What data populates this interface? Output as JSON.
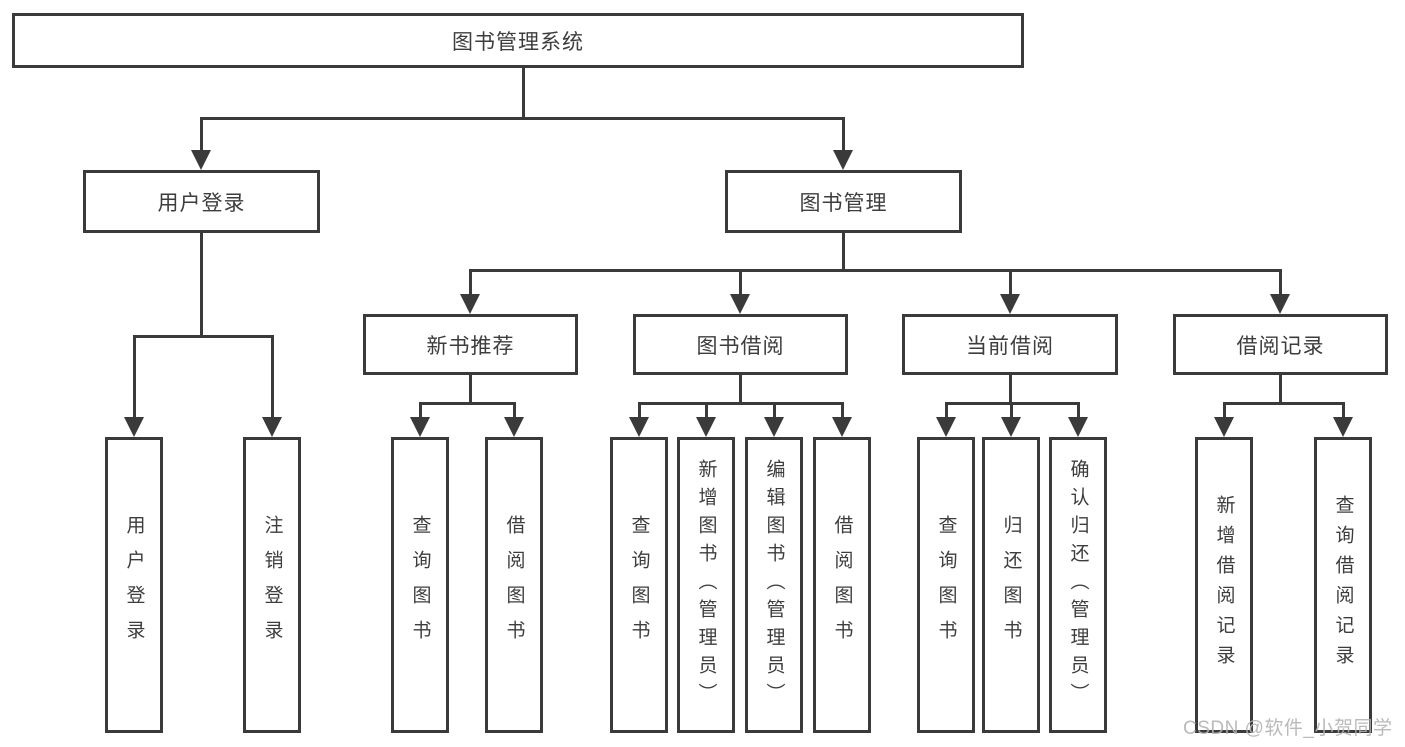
{
  "diagram": {
    "root": {
      "label": "图书管理系统"
    },
    "level2": [
      {
        "label": "用户登录"
      },
      {
        "label": "图书管理"
      }
    ],
    "level3": [
      {
        "label": "新书推荐"
      },
      {
        "label": "图书借阅"
      },
      {
        "label": "当前借阅"
      },
      {
        "label": "借阅记录"
      }
    ],
    "leaves": {
      "user_login": [
        "用户登录",
        "注销登录"
      ],
      "new_book_recommend": [
        "查询图书",
        "借阅图书"
      ],
      "book_borrow": [
        "查询图书",
        "新增图书（管理员）",
        "编辑图书（管理员）",
        "借阅图书"
      ],
      "current_borrow": [
        "查询图书",
        "归还图书",
        "确认归还（管理员）"
      ],
      "borrow_records": [
        "新增借阅记录",
        "查询借阅记录"
      ]
    }
  },
  "watermark": {
    "text": "CSDN @软件_小贺同学"
  },
  "colors": {
    "line": "#3a3a3a",
    "text": "#3d3d3d",
    "background": "#ffffff",
    "watermark": "#b2b2b2"
  }
}
